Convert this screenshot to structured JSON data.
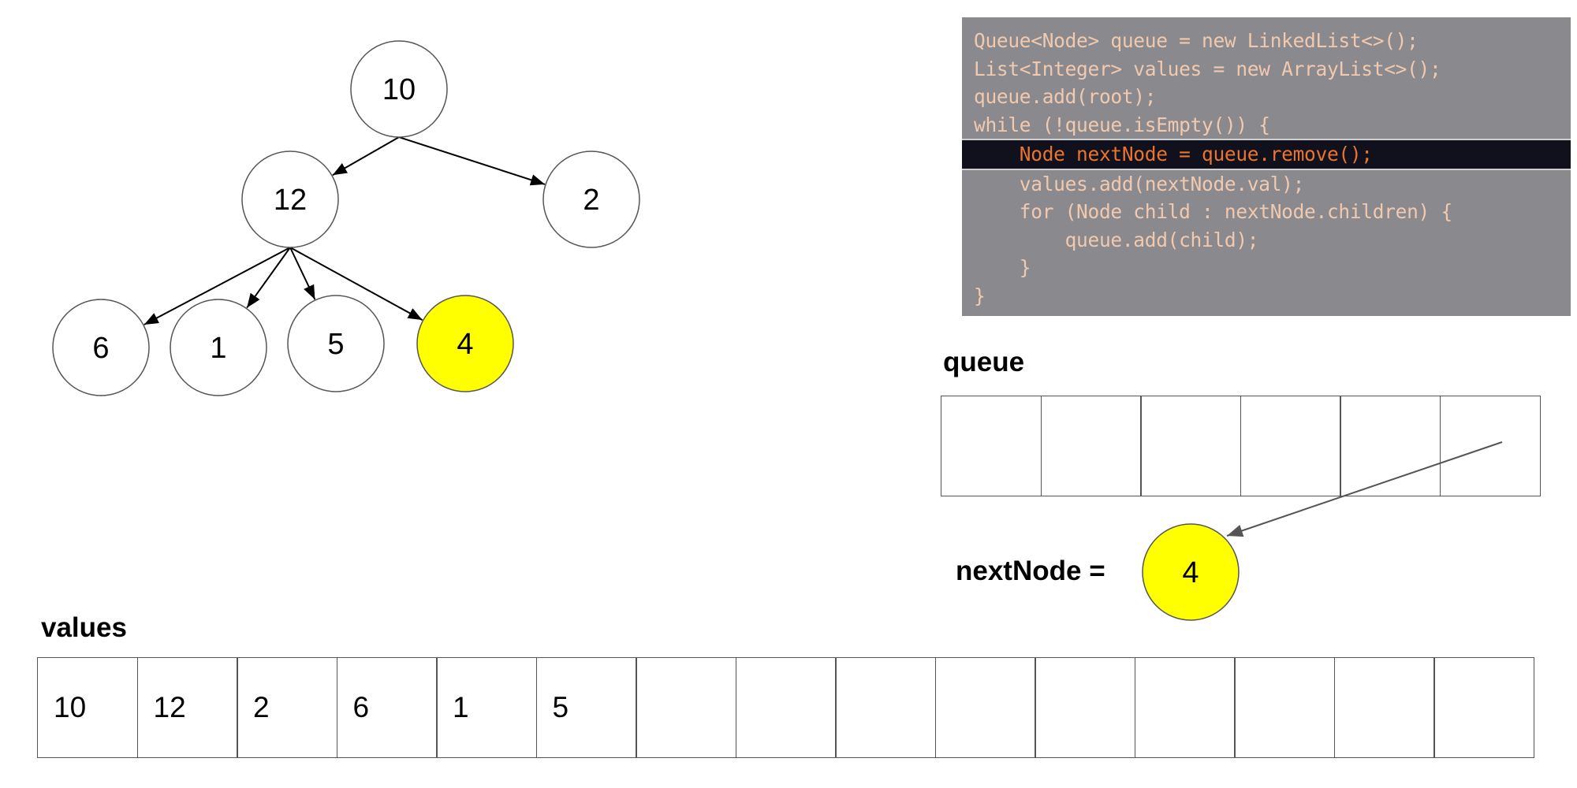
{
  "tree": {
    "nodes": [
      {
        "id": "n10",
        "label": "10",
        "highlight": false
      },
      {
        "id": "n12",
        "label": "12",
        "highlight": false
      },
      {
        "id": "n2",
        "label": "2",
        "highlight": false
      },
      {
        "id": "n6",
        "label": "6",
        "highlight": false
      },
      {
        "id": "n1",
        "label": "1",
        "highlight": false
      },
      {
        "id": "n5",
        "label": "5",
        "highlight": false
      },
      {
        "id": "n4",
        "label": "4",
        "highlight": true
      }
    ],
    "edges": [
      [
        "n10",
        "n12"
      ],
      [
        "n10",
        "n2"
      ],
      [
        "n12",
        "n6"
      ],
      [
        "n12",
        "n1"
      ],
      [
        "n12",
        "n5"
      ],
      [
        "n12",
        "n4"
      ]
    ]
  },
  "code": {
    "highlighted_line": 4,
    "lines": [
      "Queue<Node> queue = new LinkedList<>();",
      "List<Integer> values = new ArrayList<>();",
      "queue.add(root);",
      "while (!queue.isEmpty()) {",
      "    Node nextNode = queue.remove();",
      "    values.add(nextNode.val);",
      "    for (Node child : nextNode.children) {",
      "        queue.add(child);",
      "    }",
      "}"
    ]
  },
  "queue": {
    "label": "queue",
    "cells": [
      "",
      "",
      "",
      "",
      "",
      ""
    ]
  },
  "next_node": {
    "label": "nextNode =",
    "value": "4"
  },
  "values": {
    "label": "values",
    "cells": [
      "10",
      "12",
      "2",
      "6",
      "1",
      "5",
      "",
      "",
      "",
      "",
      "",
      "",
      "",
      "",
      ""
    ]
  },
  "colors": {
    "highlight": "#ffff00",
    "node_fill": "#ffffff",
    "node_stroke": "#555555",
    "code_bg": "#8a8a8e",
    "code_highlight_bg": "#11111e"
  }
}
